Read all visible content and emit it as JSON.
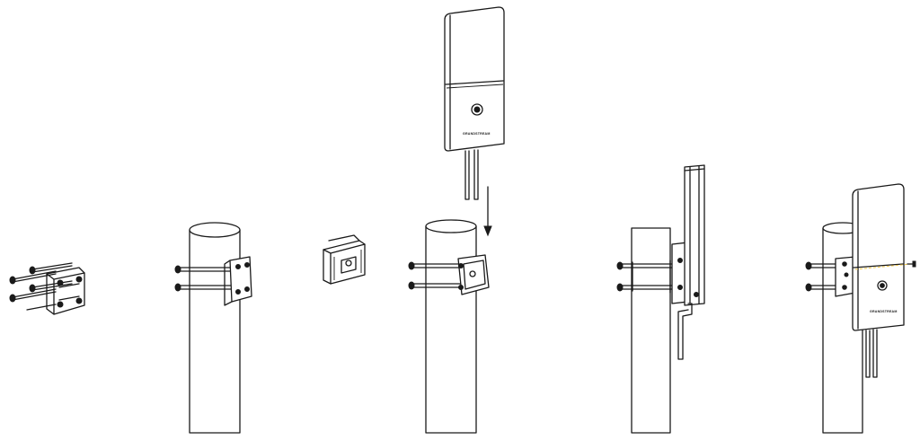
{
  "diagram": {
    "kind": "mounting-installation-steps",
    "steps": [
      {
        "label": "bolts-and-bracket"
      },
      {
        "label": "bracket-on-pole"
      },
      {
        "label": "mount-plate"
      },
      {
        "label": "plate-fixed-and-device-lowered"
      },
      {
        "label": "side-view-mounted"
      },
      {
        "label": "front-view-mounted-screw"
      }
    ],
    "device": {
      "brand_text": "GRANDSTREAM"
    },
    "colors": {
      "line": "#1a1a1a",
      "background": "#ffffff",
      "guide_line": "#f2c94c"
    }
  }
}
